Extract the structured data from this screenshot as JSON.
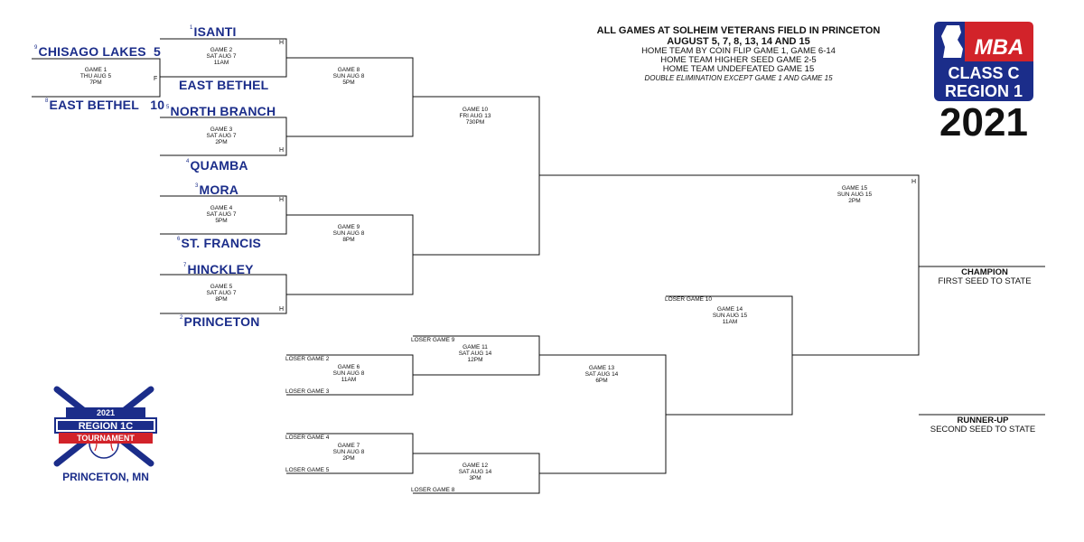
{
  "header": {
    "line1": "ALL GAMES AT SOLHEIM VETERANS FIELD IN PRINCETON",
    "line2": "AUGUST 5, 7, 8, 13, 14 AND 15",
    "line3": "HOME TEAM BY COIN FLIP GAME 1, GAME 6-14",
    "line4": "HOME TEAM HIGHER SEED GAME 2-5",
    "line5": "HOME TEAM UNDEFEATED GAME 15",
    "line6": "DOUBLE ELIMINATION EXCEPT GAME 1 AND GAME 15"
  },
  "logo_mba": {
    "brand": "MBA",
    "line1": "CLASS C",
    "line2": "REGION 1",
    "year": "2021",
    "colors": {
      "blue": "#1b2d8a",
      "red": "#d2232a"
    }
  },
  "logo_tournament": {
    "year": "2021",
    "line1": "REGION 1C",
    "line2": "TOURNAMENT",
    "city": "PRINCETON, MN"
  },
  "teams": {
    "isanti": {
      "seed": "1",
      "name": "ISANTI"
    },
    "chisago": {
      "seed": "9",
      "name": "CHISAGO LAKES",
      "score": "5"
    },
    "eastbethel_g1": {
      "seed": "8",
      "name": "EAST BETHEL",
      "score": "10"
    },
    "eastbethel_g2": {
      "name": "EAST BETHEL"
    },
    "northbranch": {
      "seed": "5",
      "name": "NORTH BRANCH"
    },
    "quamba": {
      "seed": "4",
      "name": "QUAMBA"
    },
    "mora": {
      "seed": "3",
      "name": "MORA"
    },
    "stfrancis": {
      "seed": "6",
      "name": "ST. FRANCIS"
    },
    "hinckley": {
      "seed": "7",
      "name": "HINCKLEY"
    },
    "princeton": {
      "seed": "2",
      "name": "PRINCETON"
    }
  },
  "games": {
    "g1": [
      "GAME 1",
      "THU AUG 5",
      "7PM"
    ],
    "g2": [
      "GAME 2",
      "SAT AUG 7",
      "11AM"
    ],
    "g3": [
      "GAME 3",
      "SAT AUG 7",
      "2PM"
    ],
    "g4": [
      "GAME 4",
      "SAT AUG 7",
      "5PM"
    ],
    "g5": [
      "GAME 5",
      "SAT AUG 7",
      "8PM"
    ],
    "g6": [
      "GAME 6",
      "SUN AUG 8",
      "11AM"
    ],
    "g7": [
      "GAME 7",
      "SUN AUG 8",
      "2PM"
    ],
    "g8": [
      "GAME 8",
      "SUN AUG 8",
      "5PM"
    ],
    "g9": [
      "GAME 9",
      "SUN AUG 8",
      "8PM"
    ],
    "g10": [
      "GAME 10",
      "FRI AUG 13",
      "730PM"
    ],
    "g11": [
      "GAME 11",
      "SAT AUG 14",
      "12PM"
    ],
    "g12": [
      "GAME 12",
      "SAT AUG 14",
      "3PM"
    ],
    "g13": [
      "GAME 13",
      "SAT AUG 14",
      "6PM"
    ],
    "g14": [
      "GAME 14",
      "SUN AUG 15",
      "11AM"
    ],
    "g15": [
      "GAME 15",
      "SUN AUG 15",
      "2PM"
    ]
  },
  "losers": {
    "lg2": "LOSER GAME 2",
    "lg3": "LOSER GAME 3",
    "lg4": "LOSER GAME 4",
    "lg5": "LOSER GAME 5",
    "lg8": "LOSER GAME 8",
    "lg9": "LOSER GAME 9",
    "lg10": "LOSER GAME 10"
  },
  "markers": {
    "home": "H",
    "final": "F"
  },
  "results": {
    "champion": "CHAMPION",
    "champion_sub": "FIRST SEED TO STATE",
    "runnerup": "RUNNER-UP",
    "runnerup_sub": "SECOND SEED TO STATE"
  }
}
